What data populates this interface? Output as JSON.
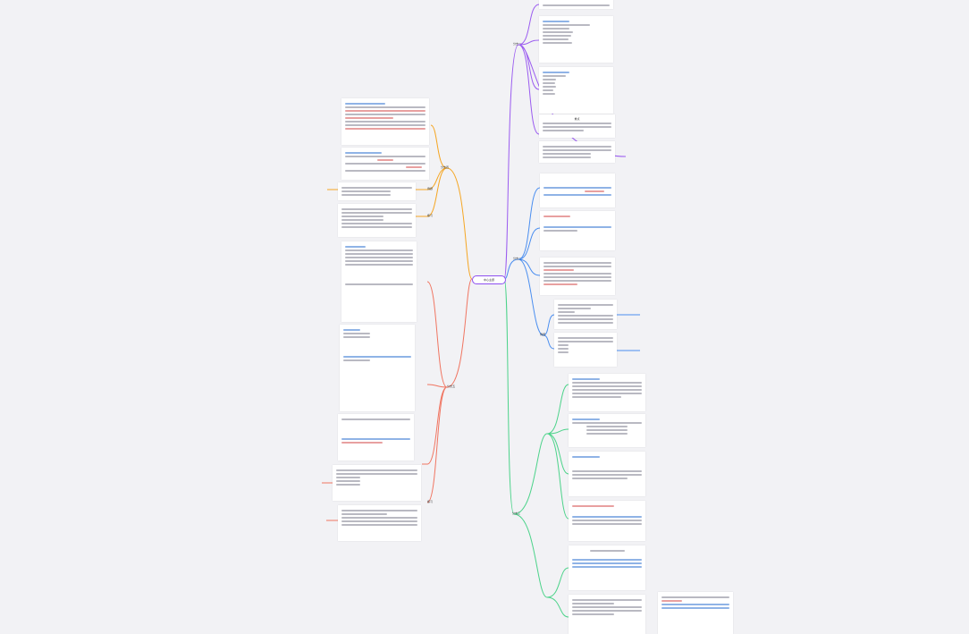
{
  "mindmap": {
    "center": "中心主题",
    "right_branches": [
      "分支一",
      "分支二",
      "分支三"
    ],
    "left_branches": [
      "分支四",
      "分支五"
    ],
    "sub_labels": [
      "例题",
      "例题",
      "练习",
      "练习"
    ],
    "card_title": "重点"
  },
  "colors": {
    "purple": "#9b5cf0",
    "blue": "#4a8ef0",
    "green": "#4cd38a",
    "orange": "#f5a623",
    "red": "#f07561"
  }
}
